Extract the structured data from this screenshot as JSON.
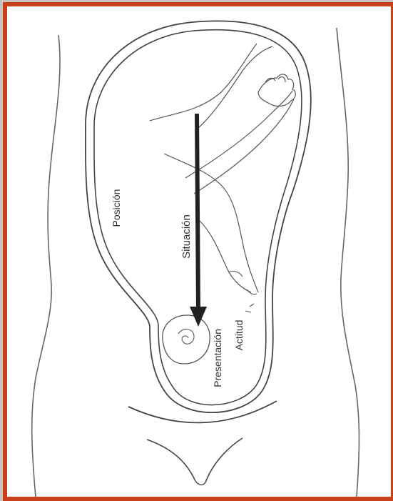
{
  "labels": {
    "posicion": "Posición",
    "situacion": "Situación",
    "presentacion": "Presentación",
    "actitud": "Actitud"
  },
  "colors": {
    "frame": "#c9401c",
    "background": "#c9c2c2",
    "line": "#555555",
    "arrow": "#222222"
  }
}
